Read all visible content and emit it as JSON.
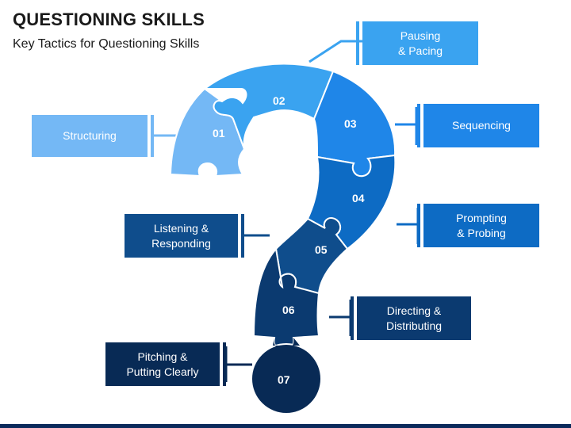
{
  "title": "QUESTIONING SKILLS",
  "subtitle": "Key Tactics for Questioning Skills",
  "pieces": [
    {
      "number": "01",
      "label": "Structuring",
      "color": "#74b8f5",
      "box_color": "#74b8f5"
    },
    {
      "number": "02",
      "label": "Pausing\n& Pacing",
      "color": "#3aa3f0",
      "box_color": "#3aa3f0"
    },
    {
      "number": "03",
      "label": "Sequencing",
      "color": "#1f86e8",
      "box_color": "#1f86e8"
    },
    {
      "number": "04",
      "label": "Prompting\n& Probing",
      "color": "#0d6bc4",
      "box_color": "#0d6bc4"
    },
    {
      "number": "05",
      "label": "Listening &\nResponding",
      "color": "#0f4d8c",
      "box_color": "#0f4d8c"
    },
    {
      "number": "06",
      "label": "Directing &\nDistributing",
      "color": "#0b3a70",
      "box_color": "#0b3a70"
    },
    {
      "number": "07",
      "label": "Pitching &\nPutting Clearly",
      "color": "#082a55",
      "box_color": "#082a55"
    }
  ]
}
